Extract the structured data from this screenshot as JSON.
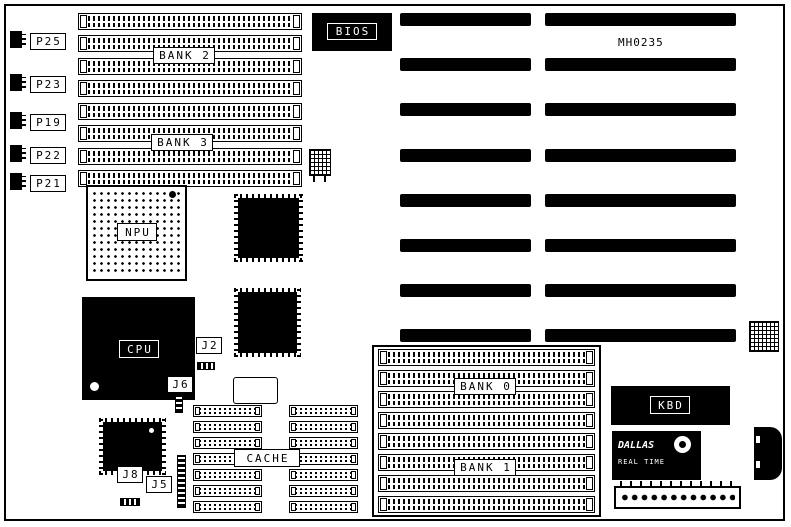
{
  "board_code": "MH0235",
  "edge_connectors": {
    "p25": "P25",
    "p23": "P23",
    "p19": "P19",
    "p22": "P22",
    "p21": "P21"
  },
  "memory_banks": {
    "bank0": "BANK 0",
    "bank1": "BANK 1",
    "bank2": "BANK 2",
    "bank3": "BANK 3"
  },
  "chips": {
    "bios": "BIOS",
    "npu": "NPU",
    "cpu": "CPU",
    "cache": "CACHE",
    "kbd": "KBD"
  },
  "rtc": {
    "brand": "DALLAS",
    "line2": "REAL TIME"
  },
  "jumpers": {
    "j2": "J2",
    "j6": "J6",
    "j8": "J8",
    "j5": "J5"
  }
}
